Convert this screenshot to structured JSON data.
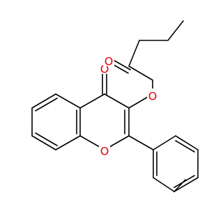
{
  "molecule": {
    "atoms": {
      "carbonyl_oxygen": "O",
      "ester_carbonyl_oxygen": "O",
      "ester_oxygen": "O",
      "ring_oxygen": "O"
    },
    "colors": {
      "bond": "#000000",
      "oxygen": "#e8000b",
      "background": "#ffffff"
    }
  }
}
